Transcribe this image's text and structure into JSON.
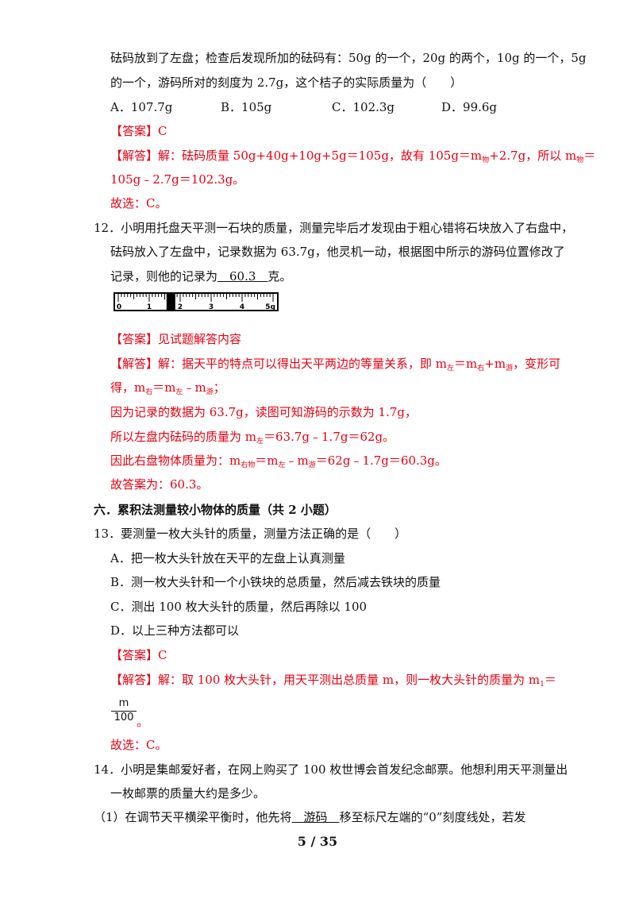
{
  "q11": {
    "line1": "砝码放到了左盘；检查后发现所加的砝码有：50g 的一个，20g 的两个，10g 的一个，5g",
    "line2": "的一个，游码所对的刻度为 2.7g，这个桔子的实际质量为（　　）",
    "options": [
      "A．107.7g",
      "B．105g",
      "C．102.3g",
      "D．99.6g"
    ],
    "answer": "【答案】C",
    "sol1_pre": "【解答】解：砝码质量 50g+40g+10g+5g＝105g，故有 105g＝m",
    "sol1_sub": "物",
    "sol1_mid": "+2.7g，所以 m",
    "sol1_sub2": "物",
    "sol1_post": "＝",
    "sol2": "105g﹣2.7g＝102.3g。",
    "choose": "故选：C。"
  },
  "q12": {
    "line1": "12．小明用托盘天平测一石块的质量，测量完毕后才发现由于粗心错将石块放入了右盘中，",
    "line2": "砝码放入了左盘中，记录数据为 63.7g，他灵机一动，根据图中所示的游码位置修改了",
    "line3_pre": "记录，则他的记录为",
    "line3_blank": "　60.3　",
    "line3_post": "克。",
    "ruler_labels": [
      "0",
      "1",
      "2",
      "3",
      "4",
      "5g"
    ],
    "rider_value": 1.7,
    "answer": "【答案】见试题解答内容",
    "sol1": "【解答】解：据天平的特点可以得出天平两边的等量关系，即 m",
    "sol1_s1": "左",
    "sol1_b": "＝m",
    "sol1_s2": "右",
    "sol1_c": "+m",
    "sol1_s3": "游",
    "sol1_d": "，变形可",
    "sol2_a": "得，m",
    "sol2_s1": "右",
    "sol2_b": "＝m",
    "sol2_s2": "左",
    "sol2_c": "﹣m",
    "sol2_s3": "游",
    "sol2_d": "；",
    "sol3": "因为记录的数据为 63.7g，读图可知游码的示数为 1.7g，",
    "sol4_a": "所以左盘内砝码的质量为 m",
    "sol4_s1": "左",
    "sol4_b": "＝63.7g﹣1.7g＝62g。",
    "sol5_a": "因此右盘物体质量为：m",
    "sol5_s1": "右物",
    "sol5_b": "＝m",
    "sol5_s2": "左",
    "sol5_c": "﹣m",
    "sol5_s3": "游",
    "sol5_d": "＝62g﹣1.7g＝60.3g。",
    "final": "故答案为：60.3。"
  },
  "section6": "六．累积法测量较小物体的质量（共 2 小题）",
  "q13": {
    "stem": "13．要测量一枚大头针的质量，测量方法正确的是（　　）",
    "options": [
      "A．把一枚大头针放在天平的左盘上认真测量",
      "B．测一枚大头针和一个小铁块的总质量，然后减去铁块的质量",
      "C．测出 100 枚大头针的质量，然后再除以 100",
      "D．以上三种方法都可以"
    ],
    "answer": "【答案】C",
    "sol1": "【解答】解：取 100 枚大头针，用天平测出总质量 m，则一枚大头针的质量为 m",
    "sol1_sub": "1",
    "sol1_post": "＝",
    "frac_num": "m",
    "frac_den": "100",
    "frac_post": "。",
    "choose": "故选：C。"
  },
  "q14": {
    "line1": "14．小明是集邮爱好者，在网上购买了 100 枚世博会首发纪念邮票。他想利用天平测量出",
    "line2": "一枚邮票的质量大约是多少。",
    "line3_pre": "（1）在调节天平横梁平衡时，他先将",
    "line3_blank": "　游码　",
    "line3_post": "移至标尺左端的“0”刻度线处，若发"
  },
  "footer": "5 / 35"
}
